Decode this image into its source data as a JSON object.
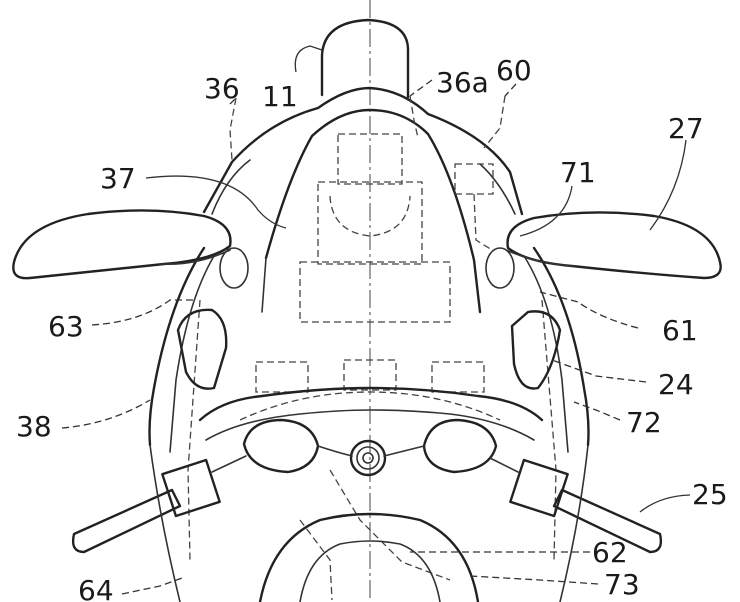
{
  "labels": {
    "l11": "11",
    "l36": "36",
    "l36a": "36a",
    "l60": "60",
    "l27": "27",
    "l37": "37",
    "l71": "71",
    "l63": "63",
    "l61": "61",
    "l24": "24",
    "l38": "38",
    "l72": "72",
    "l25": "25",
    "l62": "62",
    "l64": "64",
    "l73": "73"
  }
}
